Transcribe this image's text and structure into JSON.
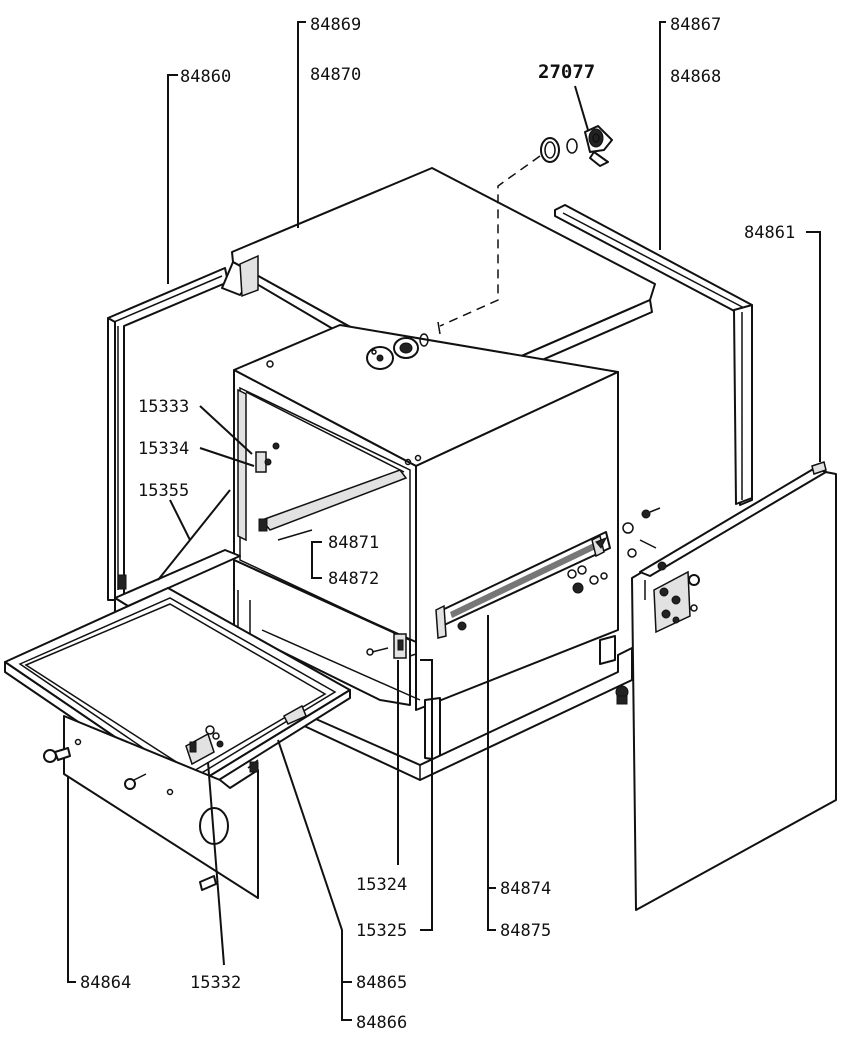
{
  "labels": {
    "p84869": "84869",
    "p84870": "84870",
    "p84860": "84860",
    "p84867": "84867",
    "p84868": "84868",
    "p27077": "27077",
    "p84861": "84861",
    "p15333": "15333",
    "p15334": "15334",
    "p15355": "15355",
    "p84871": "84871",
    "p84872": "84872",
    "p15324": "15324",
    "p15325": "15325",
    "p84874": "84874",
    "p84875": "84875",
    "p84864": "84864",
    "p15332": "15332",
    "p84865": "84865",
    "p84866": "84866"
  }
}
